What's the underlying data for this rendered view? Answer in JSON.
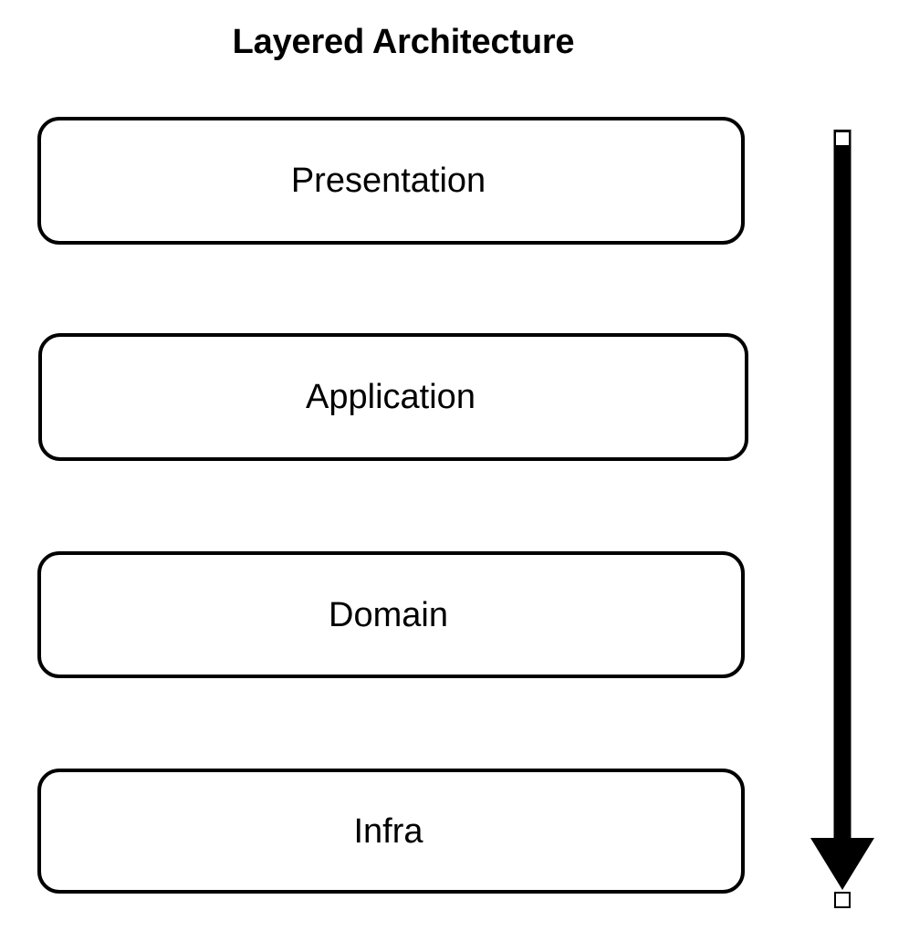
{
  "diagram": {
    "title": "Layered Architecture",
    "type": "layered-stack",
    "background_color": "#ffffff",
    "stroke_color": "#000000",
    "fill_color": "#ffffff",
    "layers": [
      {
        "label": "Presentation",
        "order": 1
      },
      {
        "label": "Application",
        "order": 2
      },
      {
        "label": "Domain",
        "order": 3
      },
      {
        "label": "Infra",
        "order": 4
      }
    ],
    "arrow": {
      "name": "dependency-direction-arrow",
      "direction": "down",
      "from_layer": "Presentation",
      "to_layer": "Infra",
      "color": "#000000",
      "selected": true,
      "handles": [
        {
          "name": "start-handle",
          "position": "top"
        },
        {
          "name": "end-handle",
          "position": "bottom"
        }
      ]
    }
  }
}
